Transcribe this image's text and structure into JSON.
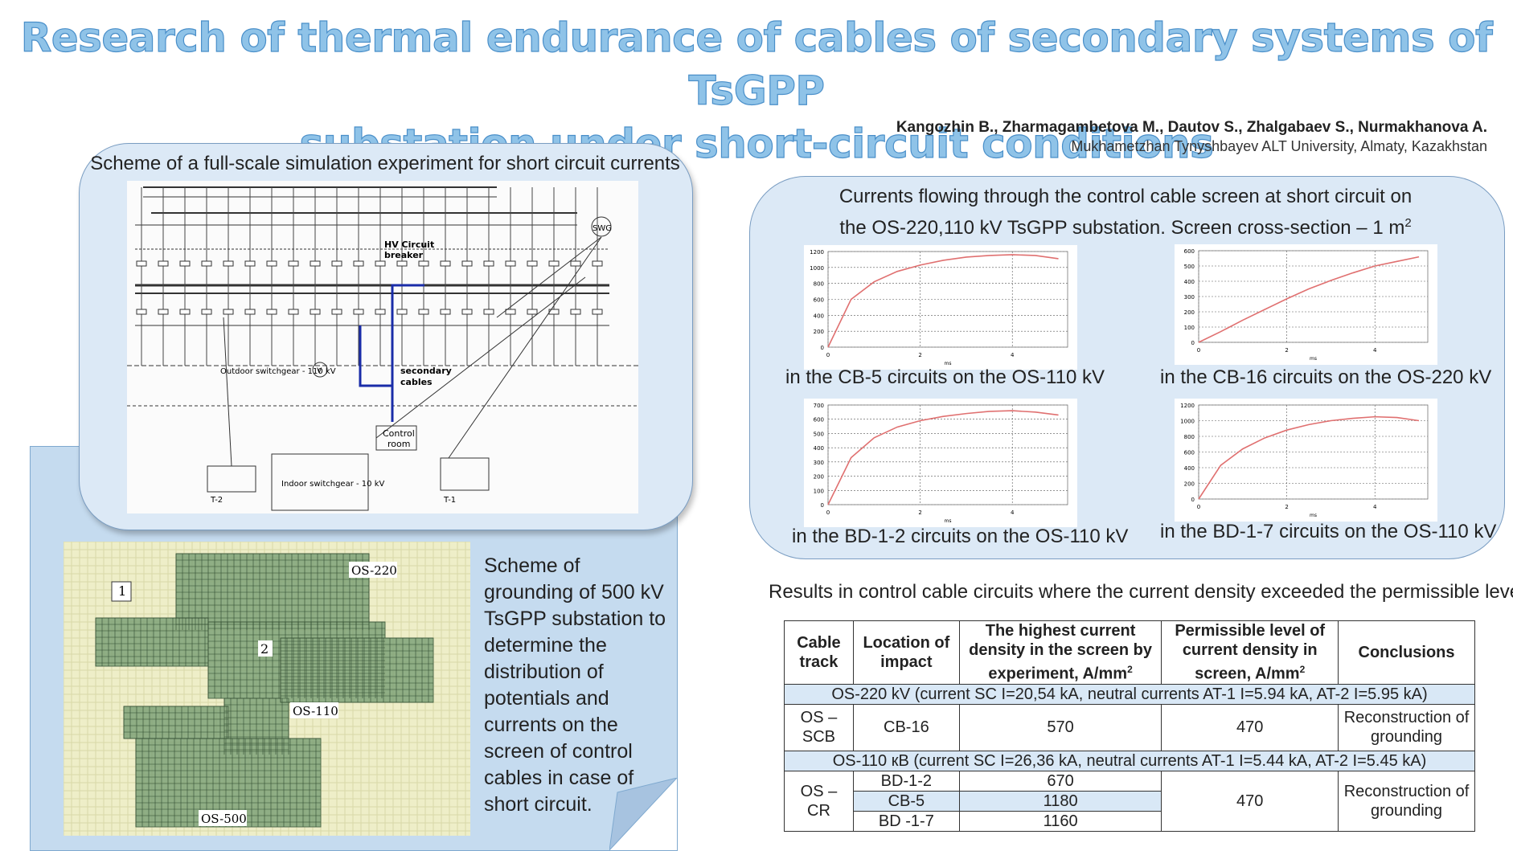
{
  "header": {
    "title_line1": "Research of thermal endurance of cables of secondary systems of TsGPP",
    "title_line2": "substation under short-circuit conditions",
    "authors": "Kangozhin B., Zharmagambetova M., Dautov S., Zhalgabaev S., Nurmakhanova A.",
    "affiliation": "Mukhametzhan Tynyshbayev ALT University, Almaty, Kazakhstan"
  },
  "scheme": {
    "caption": "Scheme of a full-scale simulation experiment for short circuit currents",
    "labels": {
      "swg": "SWG",
      "hv_breaker_1": "HV Circuit",
      "hv_breaker_2": "breaker",
      "outdoor": "Outdoor switchgear - 110 kV",
      "v": "V",
      "secondary_1": "secondary",
      "secondary_2": "cables",
      "control_1": "Control",
      "control_2": "room",
      "indoor": "Indoor switchgear - 10 kV",
      "t2": "T-2",
      "t1": "T-1"
    }
  },
  "grounding": {
    "text": "Scheme of grounding of 500 kV TsGPP substation to determine the distribution of potentials and currents on the screen of control cables in case of short circuit.",
    "labels": {
      "os220": "OS-220",
      "os110": "OS-110",
      "os500": "OS-500",
      "n1": "1",
      "n2": "2"
    }
  },
  "currents": {
    "caption_1": "Currents flowing through the control cable screen at short circuit on",
    "caption_2": "the OS-220,110 kV TsGPP substation. Screen cross-section – 1 m",
    "caption_sup": "2",
    "axis_unit": "ms"
  },
  "chart_data": [
    {
      "type": "line",
      "caption": "in the CB-5 circuits on the OS-110 kV",
      "x": [
        0,
        0.5,
        1,
        1.5,
        2,
        2.5,
        3,
        3.5,
        4,
        4.5,
        5
      ],
      "y": [
        0,
        600,
        820,
        950,
        1030,
        1090,
        1130,
        1150,
        1160,
        1150,
        1110
      ],
      "xticks": [
        "0",
        "2",
        "4"
      ],
      "yticks": [
        "0",
        "200",
        "400",
        "600",
        "800",
        "1000",
        "1200"
      ],
      "xlim": [
        0,
        5.2
      ],
      "ylim": [
        0,
        1200
      ]
    },
    {
      "type": "line",
      "caption": "in the CB-16 circuits on the OS-220 kV",
      "x": [
        0,
        0.5,
        1,
        1.5,
        2,
        2.5,
        3,
        3.5,
        4,
        4.5,
        5
      ],
      "y": [
        0,
        70,
        145,
        215,
        285,
        350,
        405,
        455,
        500,
        530,
        560
      ],
      "xticks": [
        "0",
        "2",
        "4"
      ],
      "yticks": [
        "0",
        "100",
        "200",
        "300",
        "400",
        "500",
        "600"
      ],
      "xlim": [
        0,
        5.2
      ],
      "ylim": [
        0,
        600
      ]
    },
    {
      "type": "line",
      "caption": "in the BD-1-2 circuits on the OS-110 kV",
      "x": [
        0,
        0.5,
        1,
        1.5,
        2,
        2.5,
        3,
        3.5,
        4,
        4.5,
        5
      ],
      "y": [
        0,
        330,
        470,
        545,
        590,
        620,
        640,
        655,
        660,
        650,
        630
      ],
      "xticks": [
        "0",
        "2",
        "4"
      ],
      "yticks": [
        "0",
        "100",
        "200",
        "300",
        "400",
        "500",
        "600",
        "700"
      ],
      "xlim": [
        0,
        5.2
      ],
      "ylim": [
        0,
        700
      ]
    },
    {
      "type": "line",
      "caption": "in the BD-1-7 circuits on the OS-110 kV",
      "x": [
        0,
        0.5,
        1,
        1.5,
        2,
        2.5,
        3,
        3.5,
        4,
        4.5,
        5
      ],
      "y": [
        0,
        430,
        640,
        780,
        880,
        950,
        1000,
        1030,
        1050,
        1040,
        1000
      ],
      "xticks": [
        "0",
        "2",
        "4"
      ],
      "yticks": [
        "0",
        "200",
        "400",
        "600",
        "800",
        "1000",
        "1200"
      ],
      "xlim": [
        0,
        5.2
      ],
      "ylim": [
        0,
        1200
      ]
    }
  ],
  "results": {
    "caption": "Results in control cable circuits where the current density exceeded the permissible level",
    "headers": {
      "h1": "Cable track",
      "h2": "Location of impact",
      "h3": "The highest current density in the screen by experiment, A/mm",
      "h4": "Permissible level of current density in screen, A/mm",
      "h5": "Conclusions",
      "sup": "2"
    },
    "band1": "OS-220 kV (current SC I=20,54 kA, neutral currents AT-1 I=5.94 kA, AT-2 I=5.95 kA)",
    "row1": {
      "track": "OS – SCB",
      "location": "CB-16",
      "highest": "570",
      "permissible": "470",
      "conclusion": "Reconstruction of grounding"
    },
    "band2": "OS-110 кВ (current SC I=26,36 kA, neutral currents AT-1 I=5.44 kA, AT-2 I=5.45 kA)",
    "row2": {
      "track": "OS – CR",
      "permissible": "470",
      "conclusion": "Reconstruction of grounding",
      "sub": [
        {
          "location": "BD-1-2",
          "highest": "670"
        },
        {
          "location": "CB-5",
          "highest": "1180"
        },
        {
          "location": "BD -1-7",
          "highest": "1160"
        }
      ]
    }
  }
}
